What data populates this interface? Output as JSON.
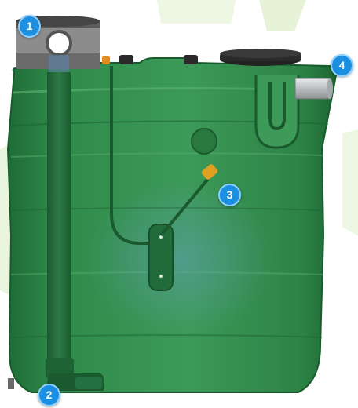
{
  "colors": {
    "tank_body": "#2f8a4a",
    "tank_dark": "#1f6b37",
    "background_accent": "#dff0c8",
    "marker_fill": "#1d8fe0",
    "marker_ring": "#8fd0ff",
    "float_valve": "#e0a020",
    "outlet_pipe": "#c9ccce"
  },
  "icons": [
    "inlet-fitting-icon",
    "outlet-pipe-icon",
    "float-valve-icon",
    "lid-icon"
  ],
  "markers": [
    {
      "label": "1"
    },
    {
      "label": "2"
    },
    {
      "label": "3"
    },
    {
      "label": "4"
    }
  ]
}
